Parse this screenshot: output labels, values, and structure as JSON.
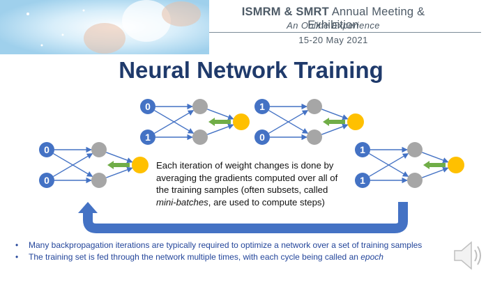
{
  "banner": {
    "line1_bold": "ISMRM & SMRT",
    "line1_rest": " Annual Meeting & Exhibition",
    "line2": "An Online Experience",
    "line3": "15-20 May 2021"
  },
  "title": "Neural Network Training",
  "networks": [
    {
      "input_top": "0",
      "input_bottom": "1"
    },
    {
      "input_top": "1",
      "input_bottom": "0"
    },
    {
      "input_top": "0",
      "input_bottom": "0"
    },
    {
      "input_top": "1",
      "input_bottom": "1"
    }
  ],
  "center_text": {
    "part1": "Each iteration of weight changes is done by averaging the gradients computed over all of the training samples (often subsets, called ",
    "italic": "mini-batches",
    "part2": ", are used to compute steps)"
  },
  "bullets": [
    {
      "text": "Many backpropagation iterations are typically required to optimize a network over a set of training samples",
      "italic": ""
    },
    {
      "text": "The training set is fed through the network multiple times, with each cycle being called an ",
      "italic": "epoch"
    }
  ],
  "colors": {
    "title": "#1f3a6b",
    "input_node": "#4472c4",
    "hidden_node": "#a6a6a6",
    "output_node": "#ffc000",
    "green_arrow": "#70ad47",
    "edge": "#4472c4",
    "loop_arrow": "#4472c4",
    "bullet_text": "#23459a"
  },
  "icons": {
    "speaker": "speaker-icon"
  }
}
